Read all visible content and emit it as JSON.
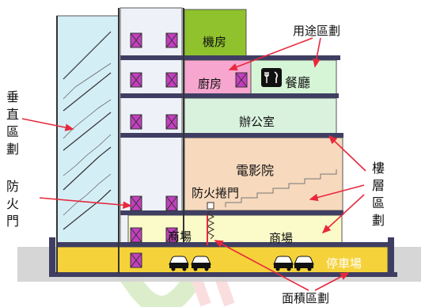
{
  "labels": {
    "machine_room": "機房",
    "kitchen": "廚房",
    "restaurant": "餐廳",
    "office": "辦公室",
    "cinema": "電影院",
    "fire_shutter": "防火捲門",
    "shop_left": "商場",
    "shop_right": "商場",
    "parking": "停車場"
  },
  "callouts": {
    "use_zoning": "用途區劃",
    "vertical_zoning": "垂直區劃",
    "fire_door": "防火門",
    "floor_zoning": "樓層區劃",
    "area_zoning": "面積區劃"
  },
  "colors": {
    "stair": "#d4eef6",
    "machine": "#8fc22c",
    "kitchen": "#f7a6cf",
    "restaurant": "#d6f5d6",
    "office": "#d8f2de",
    "cinema": "#f7d9bd",
    "shop": "#fbfbc9",
    "parking": "#d6d6d6",
    "floor_slab": "#3f3e62",
    "door": "#c43fbf",
    "arrow": "#e8283c",
    "red_line": "#e8283c"
  }
}
